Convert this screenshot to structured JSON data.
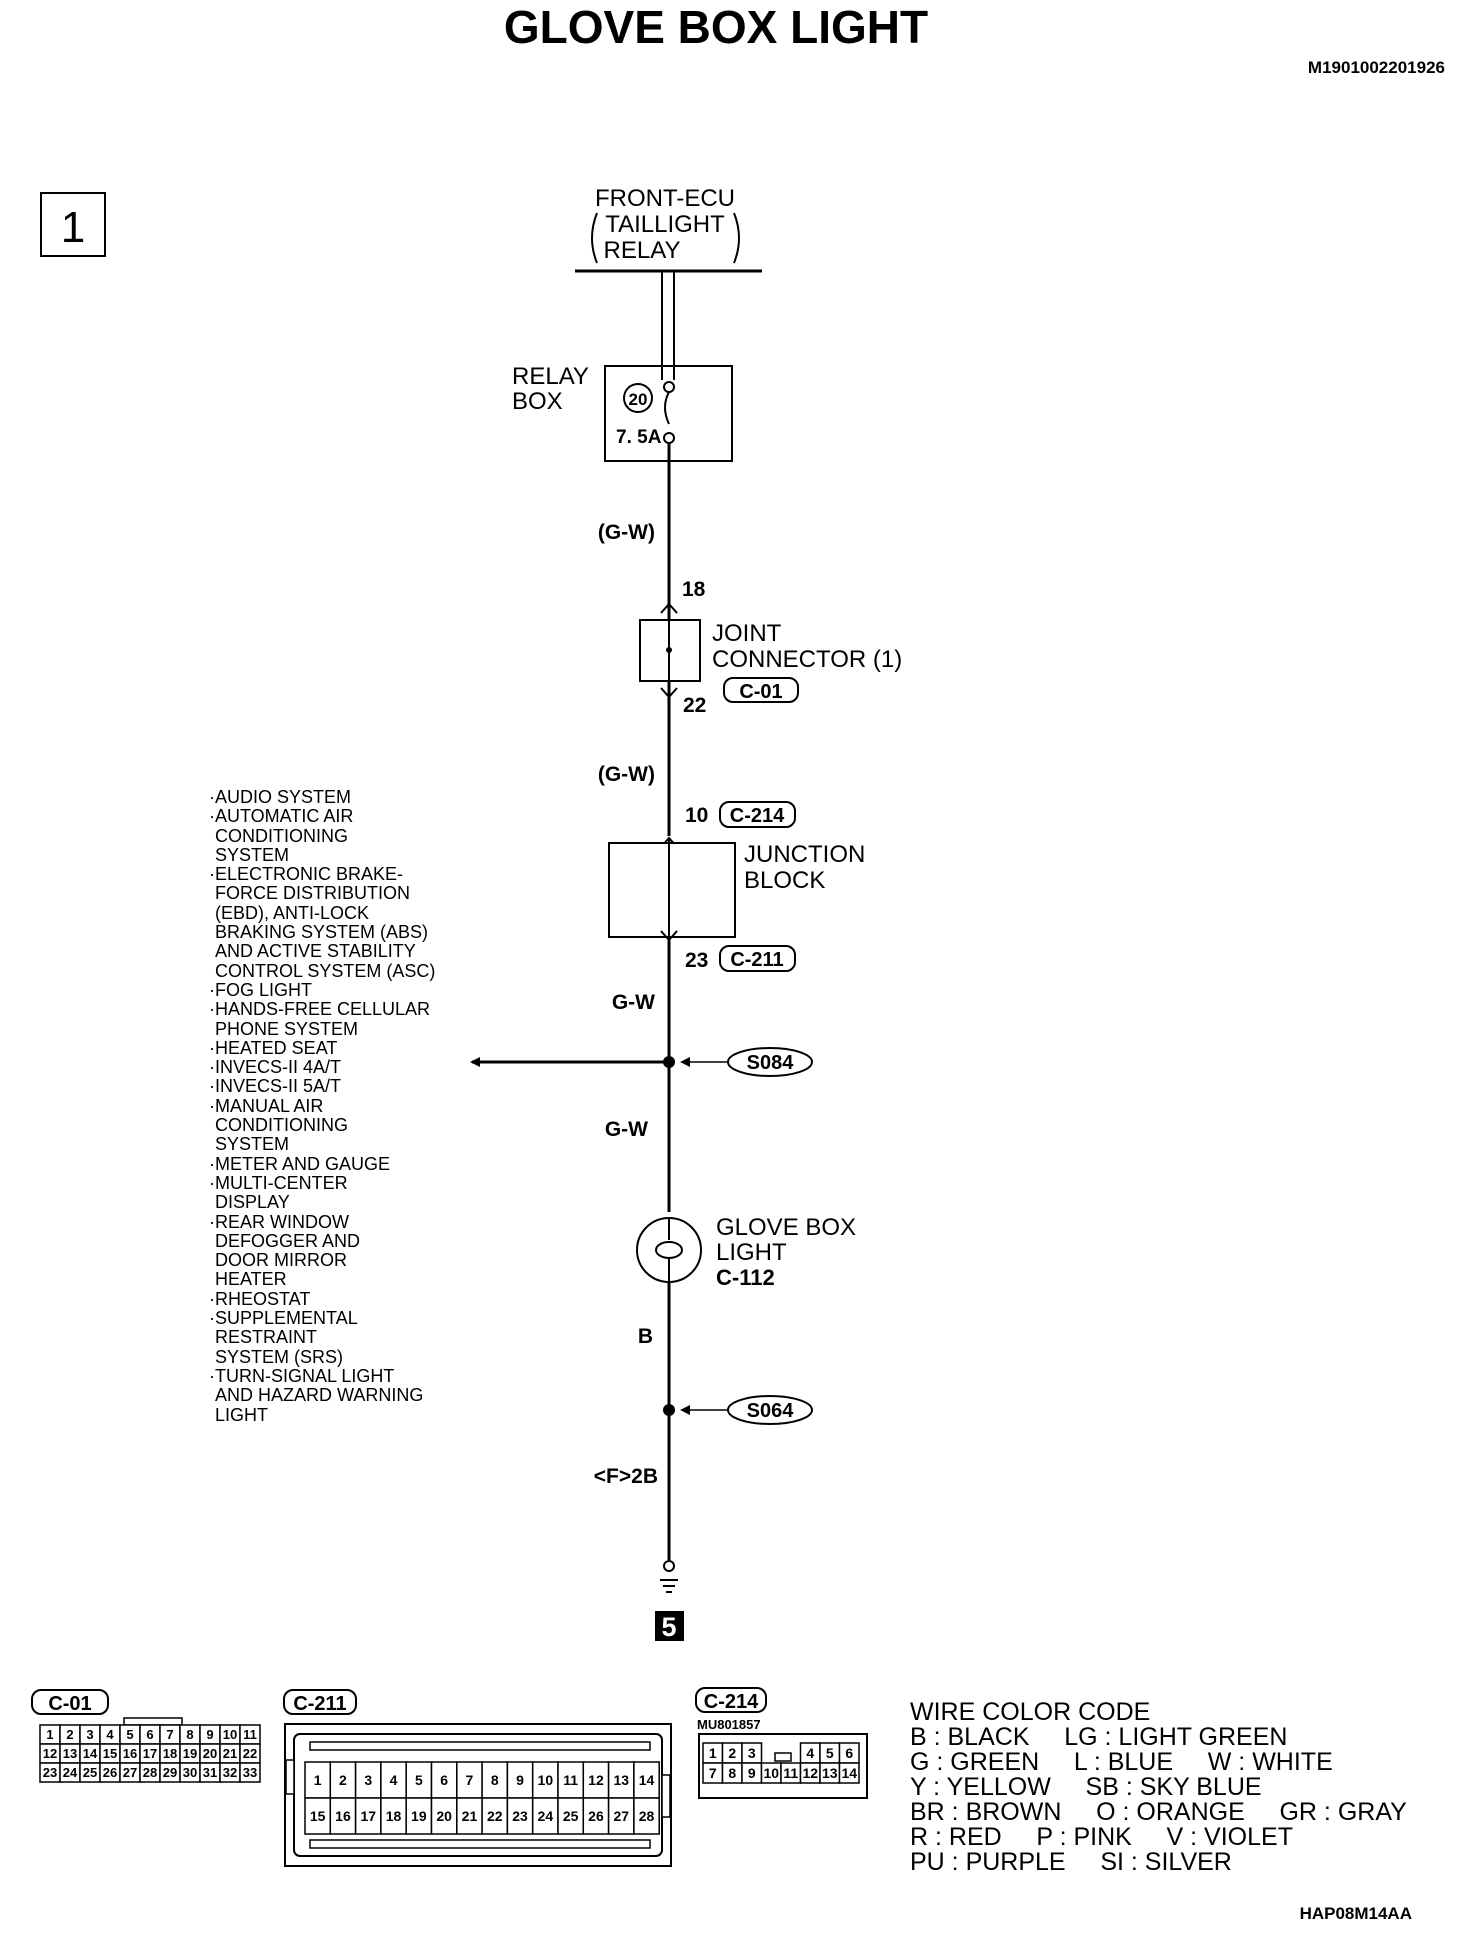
{
  "title": "GLOVE BOX LIGHT",
  "doc_id": "M1901002201926",
  "figure_id": "HAP08M14AA",
  "section_number": "1",
  "ground_number": "5",
  "power_source": {
    "line1": "FRONT-ECU",
    "line2": "TAILLIGHT",
    "line3": "RELAY"
  },
  "relay_box": {
    "line1": "RELAY",
    "line2": "BOX",
    "fuse_number": "20",
    "fuse_rating": "7. 5A"
  },
  "wires": {
    "w1": "(G-W)",
    "w2": "(G-W)",
    "w3": "G-W",
    "w4": "G-W",
    "w5": "B",
    "w6": "<F>2B"
  },
  "joint_connector": {
    "line1": "JOINT",
    "line2": "CONNECTOR (1)",
    "connector": "C-01",
    "pin_in": "18",
    "pin_out": "22"
  },
  "junction_block": {
    "line1": "JUNCTION",
    "line2": "BLOCK",
    "pin_in": "10",
    "connector_in": "C-214",
    "pin_out": "23",
    "connector_out": "C-211"
  },
  "splices": {
    "upper": "S084",
    "lower": "S064"
  },
  "glove_box_light": {
    "line1": "GLOVE BOX",
    "line2": "LIGHT",
    "connector": "C-112"
  },
  "systems": [
    [
      "AUDIO SYSTEM"
    ],
    [
      "AUTOMATIC AIR",
      "CONDITIONING",
      "SYSTEM"
    ],
    [
      "ELECTRONIC BRAKE-",
      "FORCE DISTRIBUTION",
      "(EBD), ANTI-LOCK",
      "BRAKING SYSTEM (ABS)",
      "AND ACTIVE STABILITY",
      "CONTROL SYSTEM (ASC)"
    ],
    [
      "FOG LIGHT"
    ],
    [
      "HANDS-FREE CELLULAR",
      "PHONE SYSTEM"
    ],
    [
      "HEATED SEAT"
    ],
    [
      "INVECS-II 4A/T"
    ],
    [
      "INVECS-II 5A/T"
    ],
    [
      "MANUAL AIR",
      "CONDITIONING",
      "SYSTEM"
    ],
    [
      "METER AND GAUGE"
    ],
    [
      "MULTI-CENTER",
      "DISPLAY"
    ],
    [
      "REAR WINDOW",
      "DEFOGGER AND",
      "DOOR MIRROR",
      "HEATER"
    ],
    [
      "RHEOSTAT"
    ],
    [
      "SUPPLEMENTAL",
      "RESTRAINT",
      "SYSTEM (SRS)"
    ],
    [
      "TURN-SIGNAL LIGHT",
      "AND HAZARD WARNING",
      "LIGHT"
    ]
  ],
  "connector_views": {
    "c01": {
      "label": "C-01",
      "rows": [
        [
          "1",
          "2",
          "3",
          "4",
          "5",
          "6",
          "7",
          "8",
          "9",
          "10",
          "11"
        ],
        [
          "12",
          "13",
          "14",
          "15",
          "16",
          "17",
          "18",
          "19",
          "20",
          "21",
          "22"
        ],
        [
          "23",
          "24",
          "25",
          "26",
          "27",
          "28",
          "29",
          "30",
          "31",
          "32",
          "33"
        ]
      ]
    },
    "c211": {
      "label": "C-211",
      "rows": [
        [
          "1",
          "2",
          "3",
          "4",
          "5",
          "6",
          "7",
          "8",
          "9",
          "10",
          "11",
          "12",
          "13",
          "14"
        ],
        [
          "15",
          "16",
          "17",
          "18",
          "19",
          "20",
          "21",
          "22",
          "23",
          "24",
          "25",
          "26",
          "27",
          "28"
        ]
      ]
    },
    "c214": {
      "label": "C-214",
      "part_number": "MU801857",
      "rows": [
        [
          "1",
          "2",
          "3",
          "",
          "4",
          "5",
          "6"
        ],
        [
          "7",
          "8",
          "9",
          "10",
          "11",
          "12",
          "13",
          "14"
        ]
      ]
    }
  },
  "wire_color_code": {
    "title": "WIRE COLOR CODE",
    "lines": [
      "B : BLACK     LG : LIGHT GREEN",
      "G : GREEN     L : BLUE     W : WHITE",
      "Y : YELLOW     SB : SKY BLUE",
      "BR : BROWN     O : ORANGE     GR : GRAY",
      "R : RED     P : PINK     V : VIOLET",
      "PU : PURPLE     SI : SILVER"
    ]
  }
}
